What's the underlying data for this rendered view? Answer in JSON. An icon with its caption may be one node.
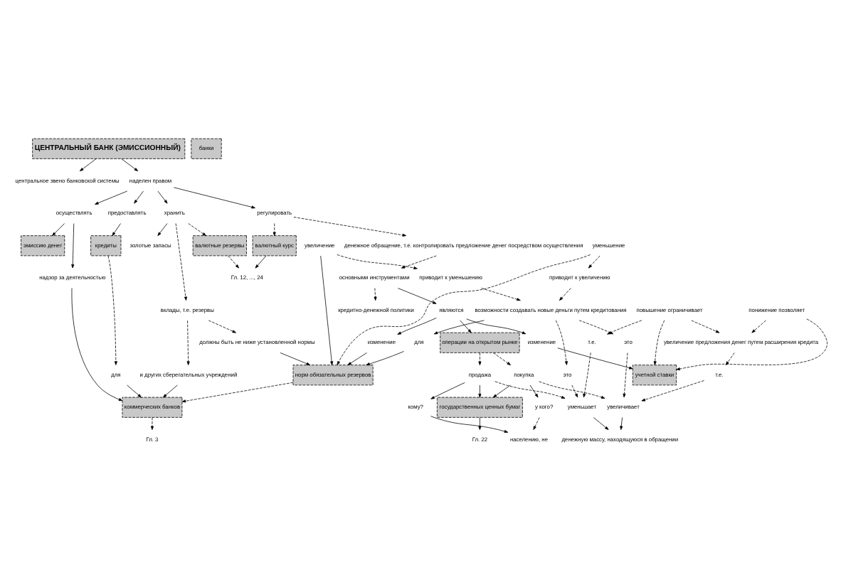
{
  "diagram": {
    "nodes": [
      {
        "text": [
          "ЦЕНТРАЛЬНЫЙ БАНК (ЭМИССИОННЫЙ)"
        ]
      },
      {
        "text": [
          "центральное звено банковской системы"
        ]
      },
      {
        "text": [
          "наделен правом"
        ]
      },
      {
        "text": [
          "осуществлять"
        ]
      },
      {
        "text": [
          "эмиссию денег"
        ]
      },
      {
        "text": [
          "надзор за деятельностью"
        ]
      },
      {
        "text": [
          "коммерческих банков"
        ]
      },
      {
        "text": [
          "Гл. 3"
        ]
      },
      {
        "text": [
          "предоставлять"
        ]
      },
      {
        "text": [
          "кредиты"
        ]
      },
      {
        "text": [
          "для"
        ]
      },
      {
        "text": [
          "хранить"
        ]
      },
      {
        "text": [
          "вклады, т.е. резервы"
        ]
      },
      {
        "text": [
          "золотые запасы"
        ]
      },
      {
        "text": [
          "валютные резервы"
        ]
      },
      {
        "text": [
          "регулировать"
        ]
      },
      {
        "text": [
          "валютный курс"
        ]
      },
      {
        "text": [
          "денежное обращение, т.е. контролировать предложение денег посредством осуществления"
        ]
      },
      {
        "text": [
          "и других сберегательных учреждений"
        ]
      },
      {
        "text": [
          "должны быть не ниже установленной нормы"
        ]
      },
      {
        "text": [
          "Гл. 12, ..., 24"
        ]
      },
      {
        "text": [
          "основными инструментами"
        ]
      },
      {
        "text": [
          "кредитно-денежной политики"
        ]
      },
      {
        "text": [
          "являются"
        ]
      },
      {
        "text": [
          "изменение"
        ]
      },
      {
        "text": [
          "норм обязательных резервов"
        ]
      },
      {
        "text": [
          "операции на открытом рынке"
        ]
      },
      {
        "text": [
          "изменение"
        ]
      },
      {
        "text": [
          "учетной ставки"
        ]
      },
      {
        "text": [
          "продажа"
        ]
      },
      {
        "text": [
          "покупка"
        ]
      },
      {
        "text": [
          "государственных ценных бумаг"
        ]
      },
      {
        "text": [
          "Гл. 22"
        ]
      },
      {
        "text": [
          "кому?"
        ]
      },
      {
        "text": [
          "у кого?"
        ]
      },
      {
        "text": [
          "населению, не"
        ]
      },
      {
        "text": [
          "банки"
        ]
      },
      {
        "text": [
          "уменьшение"
        ]
      },
      {
        "text": [
          "увеличение"
        ]
      },
      {
        "text": [
          "приводит к увеличению"
        ]
      },
      {
        "text": [
          "приводит к уменьшению"
        ]
      },
      {
        "text": [
          "возможности создавать новые деньги путем кредитования"
        ]
      },
      {
        "text": [
          "для"
        ]
      },
      {
        "text": [
          "это"
        ]
      },
      {
        "text": [
          "это"
        ]
      },
      {
        "text": [
          "уменьшает"
        ]
      },
      {
        "text": [
          "денежную массу, находящуюся в обращении"
        ]
      },
      {
        "text": [
          "увеличивает"
        ]
      },
      {
        "text": [
          "понижение позволяет"
        ]
      },
      {
        "text": [
          "повышение ограничивает"
        ]
      },
      {
        "text": [
          "увеличение предложения денег путем расширения кредита"
        ]
      },
      {
        "text": [
          "т.е."
        ]
      },
      {
        "text": [
          "т.е."
        ]
      }
    ],
    "edges": [
      {
        "from": 0,
        "to": 1,
        "arrow": "to"
      },
      {
        "from": 0,
        "to": 2,
        "arrow": "to"
      },
      {
        "from": 2,
        "to": 3,
        "arrow": "to"
      },
      {
        "from": 2,
        "to": 8,
        "arrow": "to"
      },
      {
        "from": 2,
        "to": 11,
        "arrow": "to"
      },
      {
        "from": 2,
        "to": 15,
        "arrow": "to"
      },
      {
        "from": 3,
        "to": 4,
        "arrow": "to"
      },
      {
        "from": 3,
        "to": 5,
        "arrow": "to"
      },
      {
        "from": 5,
        "to": 6,
        "arrow": "to"
      },
      {
        "from": 8,
        "to": 9,
        "arrow": "to"
      },
      {
        "from": 9,
        "to": 10,
        "arrow": "to",
        "style": "dashed"
      },
      {
        "from": 10,
        "to": 6,
        "arrow": "to"
      },
      {
        "from": 11,
        "to": 12,
        "arrow": "to",
        "style": "dashed"
      },
      {
        "from": 11,
        "to": 13,
        "arrow": "to"
      },
      {
        "from": 11,
        "to": 14,
        "arrow": "to",
        "style": "dashed"
      },
      {
        "from": 15,
        "to": 16,
        "arrow": "to",
        "style": "dashed"
      },
      {
        "from": 15,
        "to": 17,
        "arrow": "to",
        "style": "dashed"
      },
      {
        "from": 12,
        "to": 18,
        "arrow": "to",
        "style": "dashed"
      },
      {
        "from": 18,
        "to": 6,
        "arrow": "to"
      },
      {
        "from": 12,
        "to": 19,
        "arrow": "to",
        "style": "dashed"
      },
      {
        "from": 6,
        "to": 7,
        "arrow": "to",
        "style": "dashed"
      },
      {
        "from": 14,
        "to": 20,
        "arrow": "to",
        "style": "dashed"
      },
      {
        "from": 16,
        "to": 20,
        "arrow": "to"
      },
      {
        "from": 17,
        "to": 21,
        "arrow": "to",
        "style": "dashed"
      },
      {
        "from": 21,
        "to": 22,
        "arrow": "to",
        "style": "dashed"
      },
      {
        "from": 21,
        "to": 23,
        "arrow": "to"
      },
      {
        "from": 23,
        "to": 24,
        "arrow": "to"
      },
      {
        "from": 23,
        "to": 26,
        "arrow": "to"
      },
      {
        "from": 23,
        "to": 27,
        "arrow": "to"
      },
      {
        "from": 24,
        "to": 25,
        "arrow": "to"
      },
      {
        "from": 19,
        "to": 25,
        "arrow": "to"
      },
      {
        "from": 25,
        "to": 6,
        "arrow": "to",
        "style": "dashed"
      },
      {
        "from": 27,
        "to": 28,
        "arrow": "to"
      },
      {
        "from": 37,
        "to": 25,
        "arrow": "to",
        "style": "dashed"
      },
      {
        "from": 38,
        "to": 25,
        "arrow": "to"
      },
      {
        "from": 37,
        "to": 39,
        "arrow": "to",
        "style": "dashed"
      },
      {
        "from": 38,
        "to": 40,
        "arrow": "to",
        "style": "dashed"
      },
      {
        "from": 39,
        "to": 41,
        "arrow": "to",
        "style": "dashed"
      },
      {
        "from": 40,
        "to": 41,
        "arrow": "to",
        "style": "dashed"
      },
      {
        "from": 41,
        "to": 42,
        "arrow": "to"
      },
      {
        "from": 42,
        "to": 25,
        "arrow": "to"
      },
      {
        "from": 41,
        "to": 43,
        "arrow": "to",
        "style": "dashed"
      },
      {
        "from": 41,
        "to": 44,
        "arrow": "to",
        "style": "dashed"
      },
      {
        "from": 44,
        "to": 45,
        "arrow": "to",
        "style": "dashed"
      },
      {
        "from": 43,
        "to": 47,
        "arrow": "to",
        "style": "dashed"
      },
      {
        "from": 26,
        "to": 29,
        "arrow": "to",
        "style": "dashed"
      },
      {
        "from": 26,
        "to": 30,
        "arrow": "to",
        "style": "dashed"
      },
      {
        "from": 29,
        "to": 31,
        "arrow": "to"
      },
      {
        "from": 30,
        "to": 31,
        "arrow": "to"
      },
      {
        "from": 31,
        "to": 32,
        "arrow": "to"
      },
      {
        "from": 29,
        "to": 33,
        "arrow": "to"
      },
      {
        "from": 30,
        "to": 34,
        "arrow": "to"
      },
      {
        "from": 33,
        "to": 35,
        "arrow": "to"
      },
      {
        "from": 34,
        "to": 35,
        "arrow": "to",
        "style": "dashed"
      },
      {
        "from": 29,
        "to": 45,
        "arrow": "to",
        "style": "dashed"
      },
      {
        "from": 30,
        "to": 47,
        "arrow": "to",
        "style": "dashed"
      },
      {
        "from": 45,
        "to": 46,
        "arrow": "to"
      },
      {
        "from": 47,
        "to": 46,
        "arrow": "to"
      },
      {
        "from": 48,
        "to": 28,
        "arrow": "to",
        "style": "dashed"
      },
      {
        "from": 49,
        "to": 28,
        "arrow": "to",
        "style": "dashed"
      },
      {
        "from": 48,
        "to": 50,
        "arrow": "to",
        "style": "dashed"
      },
      {
        "from": 49,
        "to": 50,
        "arrow": "to",
        "style": "dashed"
      },
      {
        "from": 50,
        "to": 51,
        "arrow": "to",
        "style": "dashed"
      },
      {
        "from": 49,
        "to": 52,
        "arrow": "to",
        "style": "dashed"
      },
      {
        "from": 51,
        "to": 47,
        "arrow": "to",
        "style": "dashed"
      },
      {
        "from": 52,
        "to": 45,
        "arrow": "to",
        "style": "dashed"
      }
    ]
  }
}
